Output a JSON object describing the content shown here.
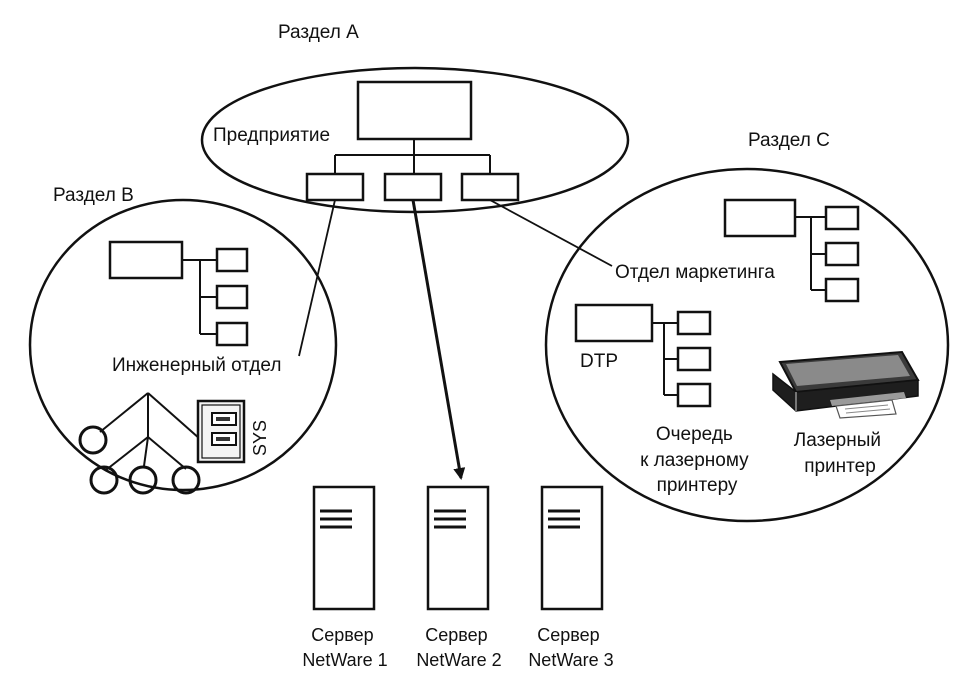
{
  "partitions": {
    "a": {
      "title": "Раздел A",
      "node_label": "Предприятие"
    },
    "b": {
      "title": "Раздел B",
      "node_label": "Инженерный отдел",
      "volume_label": "SYS"
    },
    "c": {
      "title": "Раздел C",
      "node_label": "Отдел маркетинга",
      "dtp_label": "DTP",
      "queue_label": [
        "Очередь",
        "к лазерному",
        "принтеру"
      ],
      "printer_label": [
        "Лазерный",
        "принтер"
      ]
    }
  },
  "servers": [
    {
      "line1": "Сервер",
      "line2": "NetWare 1"
    },
    {
      "line1": "Сервер",
      "line2": "NetWare 2"
    },
    {
      "line1": "Сервер",
      "line2": "NetWare 3"
    }
  ]
}
